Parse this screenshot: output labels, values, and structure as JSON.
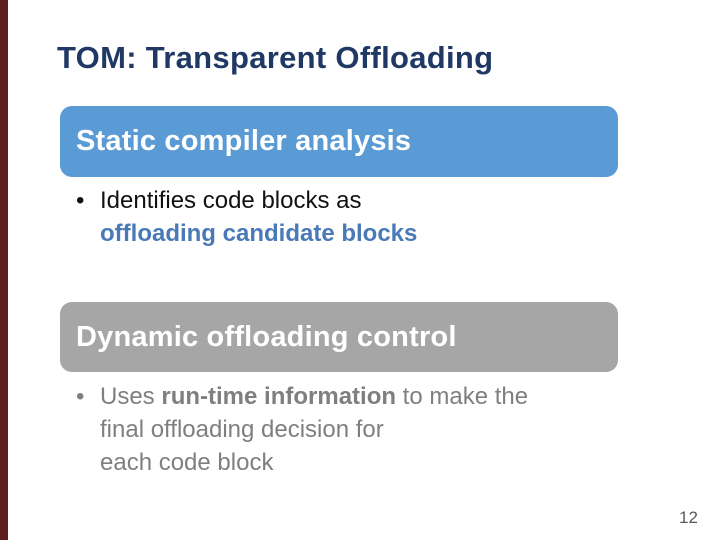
{
  "slide": {
    "title": "TOM: Transparent Offloading",
    "page_number": "12"
  },
  "sections": {
    "static": {
      "heading": "Static compiler analysis",
      "bullet_glyph": "•",
      "bullet_line1": "Identifies code blocks as",
      "bullet_line2": "offloading candidate blocks"
    },
    "dynamic": {
      "heading": "Dynamic offloading control",
      "bullet_glyph": "•",
      "bullet_pre": "Uses ",
      "bullet_bold": "run-time information",
      "bullet_post": " to make the",
      "bullet_line2": "final offloading decision for",
      "bullet_line3": "each code block"
    }
  },
  "colors": {
    "accent_blue_box": "#5b9bd5",
    "accent_gray_box": "#a6a6a6",
    "title_navy": "#1f3864",
    "emphasis_blue": "#4a79b8",
    "body_gray": "#7f7f7f",
    "body_black": "#111111",
    "left_edge_maroon": "#5e1d1d",
    "page_number_gray": "#595959"
  }
}
